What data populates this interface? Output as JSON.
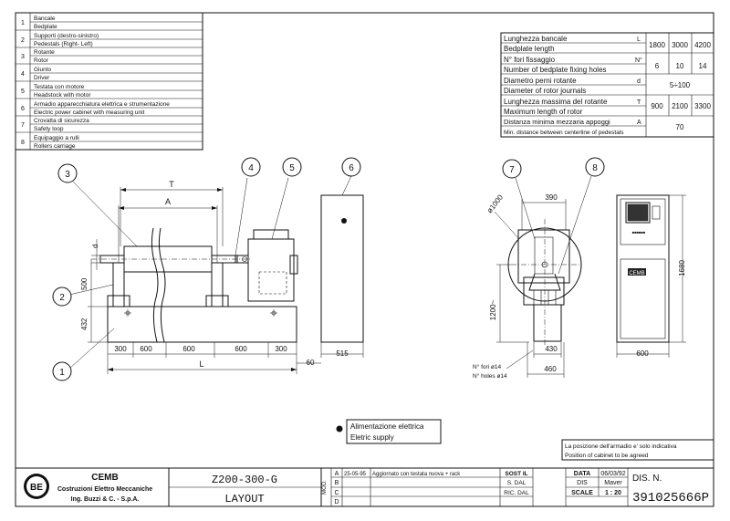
{
  "parts": [
    {
      "num": "1",
      "it": "Bancale",
      "en": "Bedplate"
    },
    {
      "num": "2",
      "it": "Supporti (destro-sinistro)",
      "en": "Pedestals (Right- Left)"
    },
    {
      "num": "3",
      "it": "Rotante",
      "en": "Rotor"
    },
    {
      "num": "4",
      "it": "Giunto",
      "en": "Driver"
    },
    {
      "num": "5",
      "it": "Testata con motore",
      "en": "Headstock with motor"
    },
    {
      "num": "6",
      "it": "Armadio apparecchiatura elettrica e strumentazione",
      "en": "Electric power cabinet with measuring unit"
    },
    {
      "num": "7",
      "it": "Crovatta di sicurezza",
      "en": "Safety loop"
    },
    {
      "num": "8",
      "it": "Equipaggio a rulli",
      "en": "Rollers carriage"
    }
  ],
  "specs": [
    {
      "it": "Lunghezza bancale",
      "en": "Bedplate length",
      "sym": "L",
      "values": [
        "1800",
        "3000",
        "4200"
      ]
    },
    {
      "it": "N° fori fissaggio",
      "en": "Number of bedplate fixing holes",
      "sym": "N°",
      "values": [
        "6",
        "10",
        "14"
      ]
    },
    {
      "it": "Diametro perni rotante",
      "en": "Diameter of rotor journals",
      "sym": "d",
      "values": [
        "5÷100"
      ]
    },
    {
      "it": "Lunghezza massima del rotante",
      "en": "Maximum length of rotor",
      "sym": "T",
      "values": [
        "900",
        "2100",
        "3300"
      ]
    },
    {
      "it": "Distanza minima mezzaria appoggi",
      "en": "Min. distance between centerline of pedestals",
      "sym": "A",
      "values": [
        "70"
      ]
    }
  ],
  "callouts": [
    "1",
    "2",
    "3",
    "4",
    "5",
    "6",
    "7",
    "8"
  ],
  "dims": {
    "T": "T",
    "A": "A",
    "d": "d",
    "h500": "500",
    "h432": "432",
    "b300a": "300",
    "b600a": "600",
    "b600b": "600",
    "b600c": "600",
    "b300b": "300",
    "L": "L",
    "s60": "60",
    "s515": "515",
    "w390": "390",
    "dia": "ø1000",
    "h1200": "1200~",
    "w430": "430",
    "w460": "460",
    "holes_it": "N° fori ø14",
    "holes_en": "N° holes ø14",
    "h1680": "1680",
    "w600": "600"
  },
  "cabinet": {
    "panel_label": "CEMB"
  },
  "legend": {
    "it": "Alimentazione elettrica",
    "en": "Eletric supply"
  },
  "note": {
    "it": "La posizione dell'armadio e' solo indicativa",
    "en": "Position of cabinet to be agreed"
  },
  "title_block": {
    "company": "CEMB",
    "company_sub1": "Costruzioni Elettro Meccaniche",
    "company_sub2": "Ing. Buzzi & C. - S.p.A.",
    "drawing_code": "Z200-300-G",
    "drawing_title": "LAYOUT",
    "mod_label": "MOD.",
    "revisions": [
      {
        "letter": "A",
        "date": "25-05-95",
        "desc": "Aggiornato con testata nuova + rack"
      },
      {
        "letter": "B",
        "date": "",
        "desc": ""
      },
      {
        "letter": "C",
        "date": "",
        "desc": ""
      },
      {
        "letter": "D",
        "date": "",
        "desc": ""
      }
    ],
    "sost": "SOST IL",
    "sdal": "S. DAL",
    "ricdal": "RIC. DAL",
    "data_label": "DATA",
    "data_value": "06/03/92",
    "dis_label": "DIS",
    "dis_value": "Maver",
    "scale_label": "SCALE",
    "scale_value": "1 : 20",
    "dis_n_label": "DIS. N.",
    "dis_n_value": "391025666P"
  }
}
